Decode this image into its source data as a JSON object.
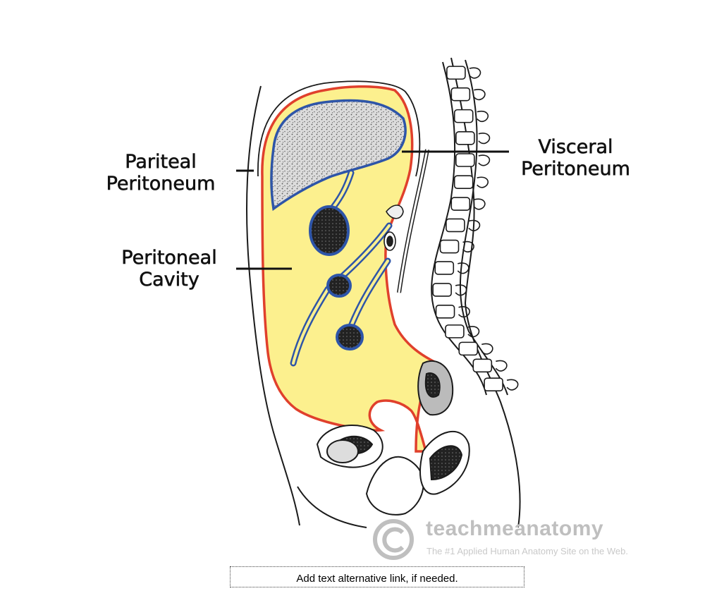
{
  "labels": {
    "pariteal": [
      "Pariteal",
      "Peritoneum"
    ],
    "cavity": [
      "Peritoneal",
      "Cavity"
    ],
    "visceral": [
      "Visceral",
      "Peritoneum"
    ]
  },
  "watermark": {
    "symbol": "©",
    "name": "teachmeanatomy",
    "tagline": "The #1 Applied Human Anatomy Site on the Web."
  },
  "alt_link": "Add text alternative link, if needed.",
  "colors": {
    "cavity_fill": "#fcf08e",
    "parietal_line": "#e0402c",
    "visceral_line": "#2e55a8",
    "outline": "#1a1a1a",
    "watermark": "#bfbfbf"
  }
}
